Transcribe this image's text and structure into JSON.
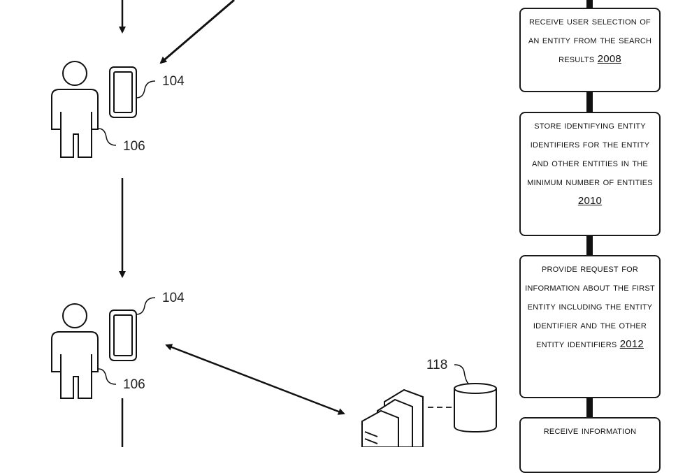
{
  "figure": {
    "flow_steps": [
      {
        "text": "Receive user selection of an entity from the search results",
        "ref": "2008"
      },
      {
        "text": "Store identifying entity identifiers for the entity and other entities in the minimum number of entities",
        "ref": "2010"
      },
      {
        "text": "Provide request for information about the first entity including the entity identifier and the other entity identifiers",
        "ref": "2012"
      },
      {
        "text": "Receive information",
        "ref": ""
      }
    ],
    "labels": {
      "device_top": "104",
      "user_top": "106",
      "device_bottom": "104",
      "user_bottom": "106",
      "datastore": "118"
    }
  }
}
